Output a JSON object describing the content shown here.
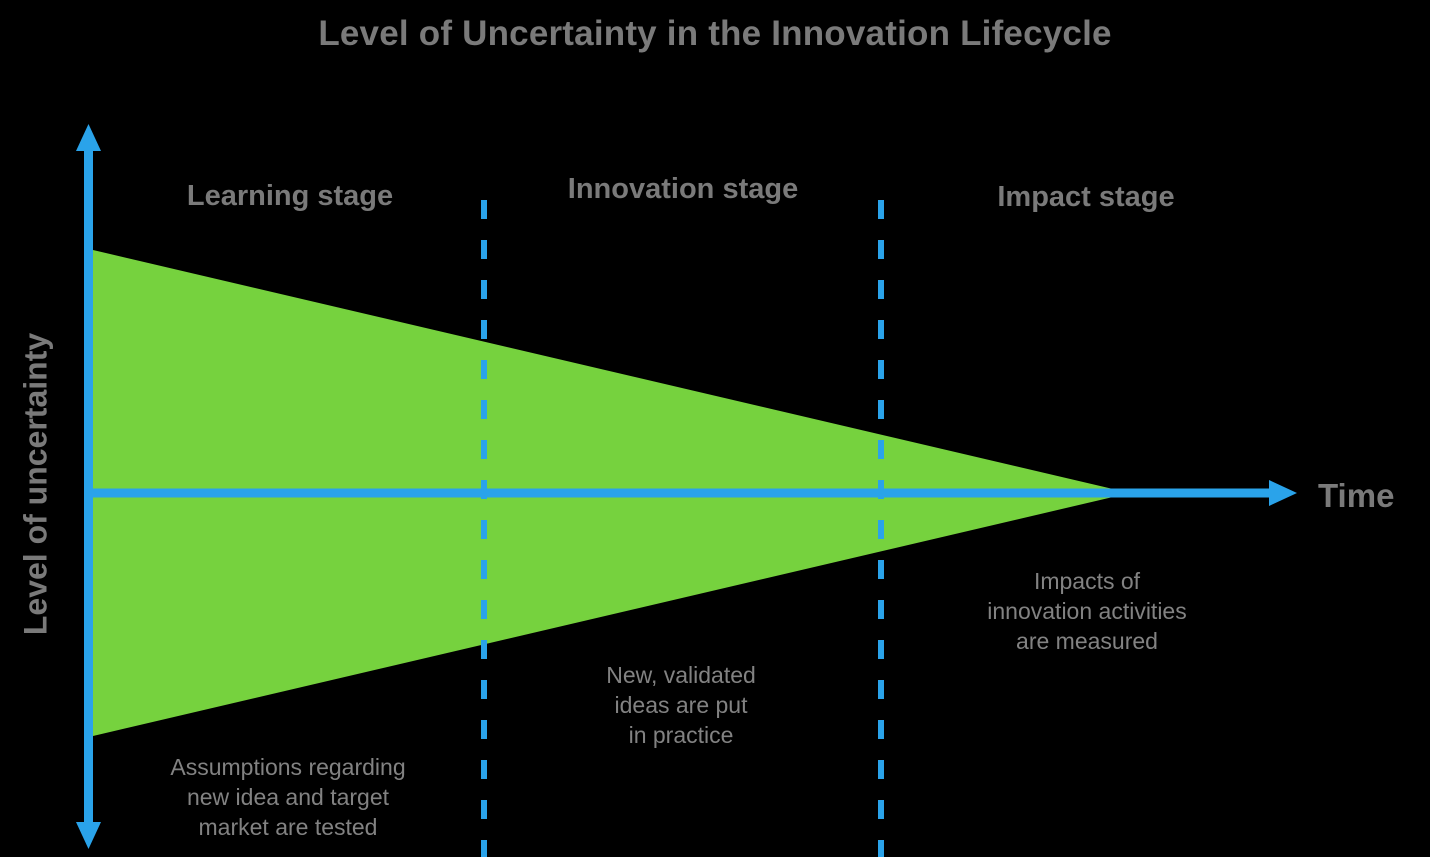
{
  "title": "Level of Uncertainty in the Innovation Lifecycle",
  "colors": {
    "background": "#000000",
    "axis_blue": "#2AA3EA",
    "divider_blue": "#2AA3EA",
    "funnel_green": "#76D23E",
    "heading_gray": "#7A7A7A",
    "body_gray": "#828282"
  },
  "y_axis": {
    "label": "Level of uncertainty"
  },
  "x_axis": {
    "label": "Time"
  },
  "stages": [
    {
      "label": "Learning stage",
      "description": "Assumptions regarding\nnew idea and target\nmarket are tested"
    },
    {
      "label": "Innovation stage",
      "description": "New, validated\nideas are put\nin practice"
    },
    {
      "label": "Impact stage",
      "description": "Impacts of\ninnovation activities\nare measured"
    }
  ]
}
